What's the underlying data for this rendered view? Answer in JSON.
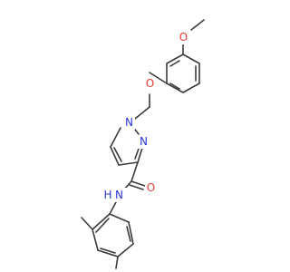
{
  "molecule": {
    "atom_colors": {
      "O": "#e53935",
      "N": "#2b36d9",
      "bond": "#3b3b3b"
    },
    "atoms": [
      {
        "id": "o_methoxy",
        "label": "O"
      },
      {
        "id": "o_ether",
        "label": "O"
      },
      {
        "id": "n_pyrazole_1",
        "label": "N"
      },
      {
        "id": "n_pyrazole_2",
        "label": "N"
      },
      {
        "id": "o_carbonyl",
        "label": "O"
      },
      {
        "id": "nh_amide_n",
        "label": "N"
      },
      {
        "id": "nh_amide_h",
        "label": "H"
      }
    ]
  }
}
